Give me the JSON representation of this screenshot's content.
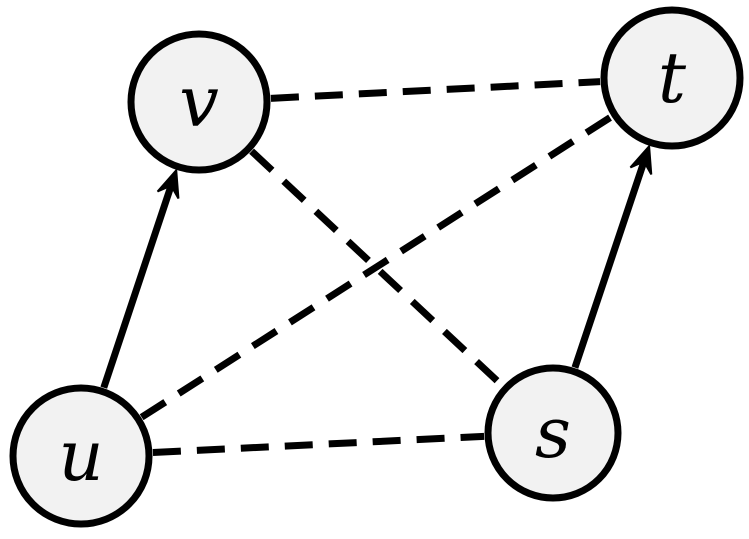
{
  "nodes": [
    {
      "id": "u",
      "label": "u"
    },
    {
      "id": "v",
      "label": "v"
    },
    {
      "id": "t",
      "label": "t"
    },
    {
      "id": "s",
      "label": "s"
    }
  ],
  "edges": [
    {
      "from": "u",
      "to": "v",
      "style": "solid",
      "directed": true
    },
    {
      "from": "s",
      "to": "t",
      "style": "solid",
      "directed": true
    },
    {
      "from": "v",
      "to": "t",
      "style": "dashed",
      "directed": false
    },
    {
      "from": "v",
      "to": "s",
      "style": "dashed",
      "directed": false
    },
    {
      "from": "u",
      "to": "t",
      "style": "dashed",
      "directed": false
    },
    {
      "from": "u",
      "to": "s",
      "style": "dashed",
      "directed": false
    }
  ],
  "colors": {
    "node_fill": "#f2f2f2",
    "stroke": "#000000"
  }
}
